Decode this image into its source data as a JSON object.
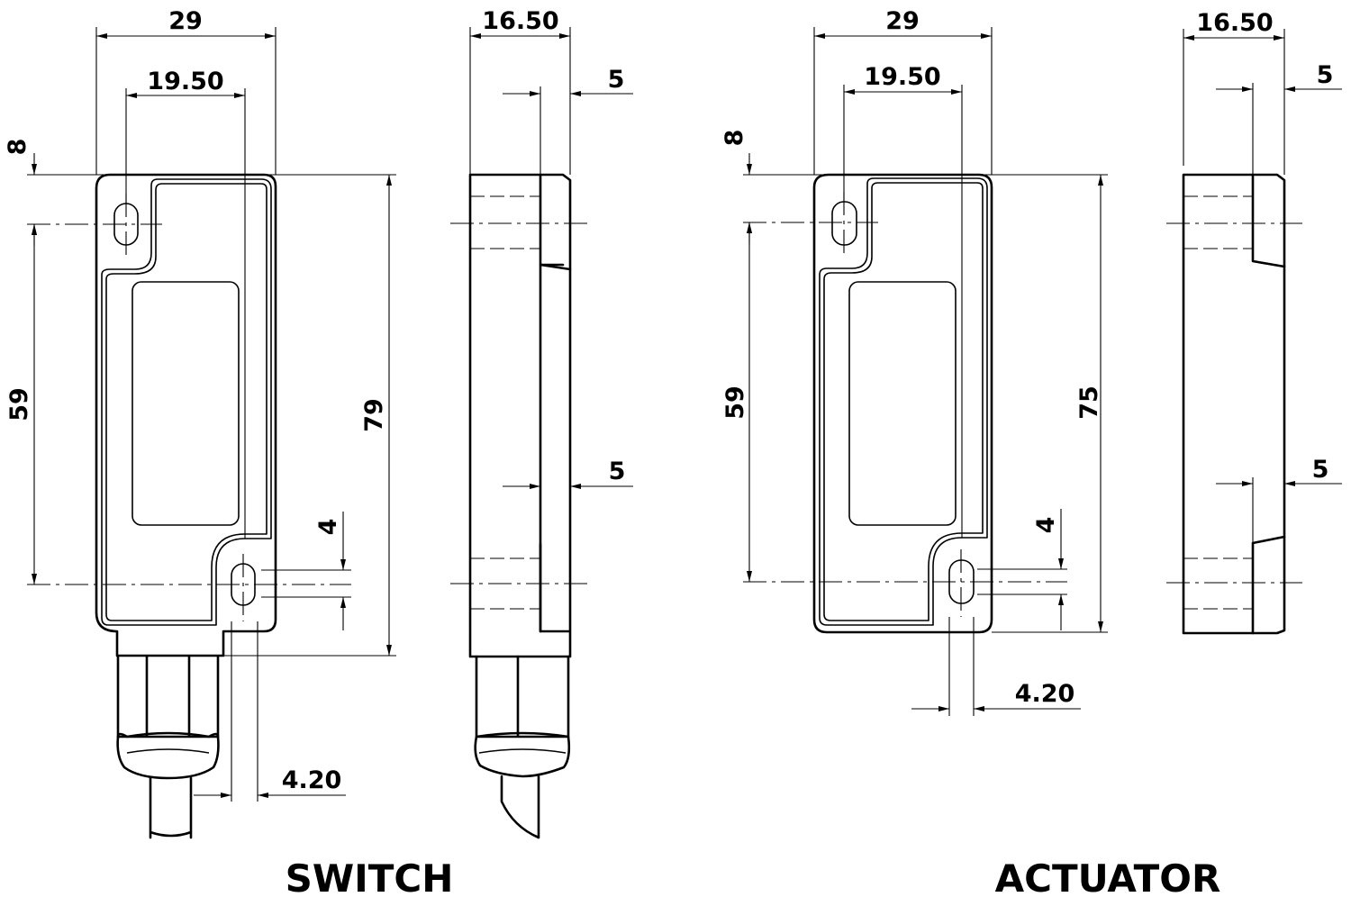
{
  "labels": {
    "switch": "SWITCH",
    "actuator": "ACTUATOR"
  },
  "switch": {
    "front": {
      "width": "29",
      "hole_pitch_x": "19.50",
      "top_offset": "8",
      "hole_pitch_y": "59",
      "height": "79",
      "slot_length": "4",
      "hole_width": "4.20"
    },
    "side": {
      "depth": "16.50",
      "step_top": "5",
      "step_bottom": "5"
    }
  },
  "actuator": {
    "front": {
      "width": "29",
      "hole_pitch_x": "19.50",
      "top_offset": "8",
      "hole_pitch_y": "59",
      "height": "75",
      "slot_length": "4",
      "hole_width": "4.20"
    },
    "side": {
      "depth": "16.50",
      "step_top": "5",
      "step_bottom": "5"
    }
  }
}
